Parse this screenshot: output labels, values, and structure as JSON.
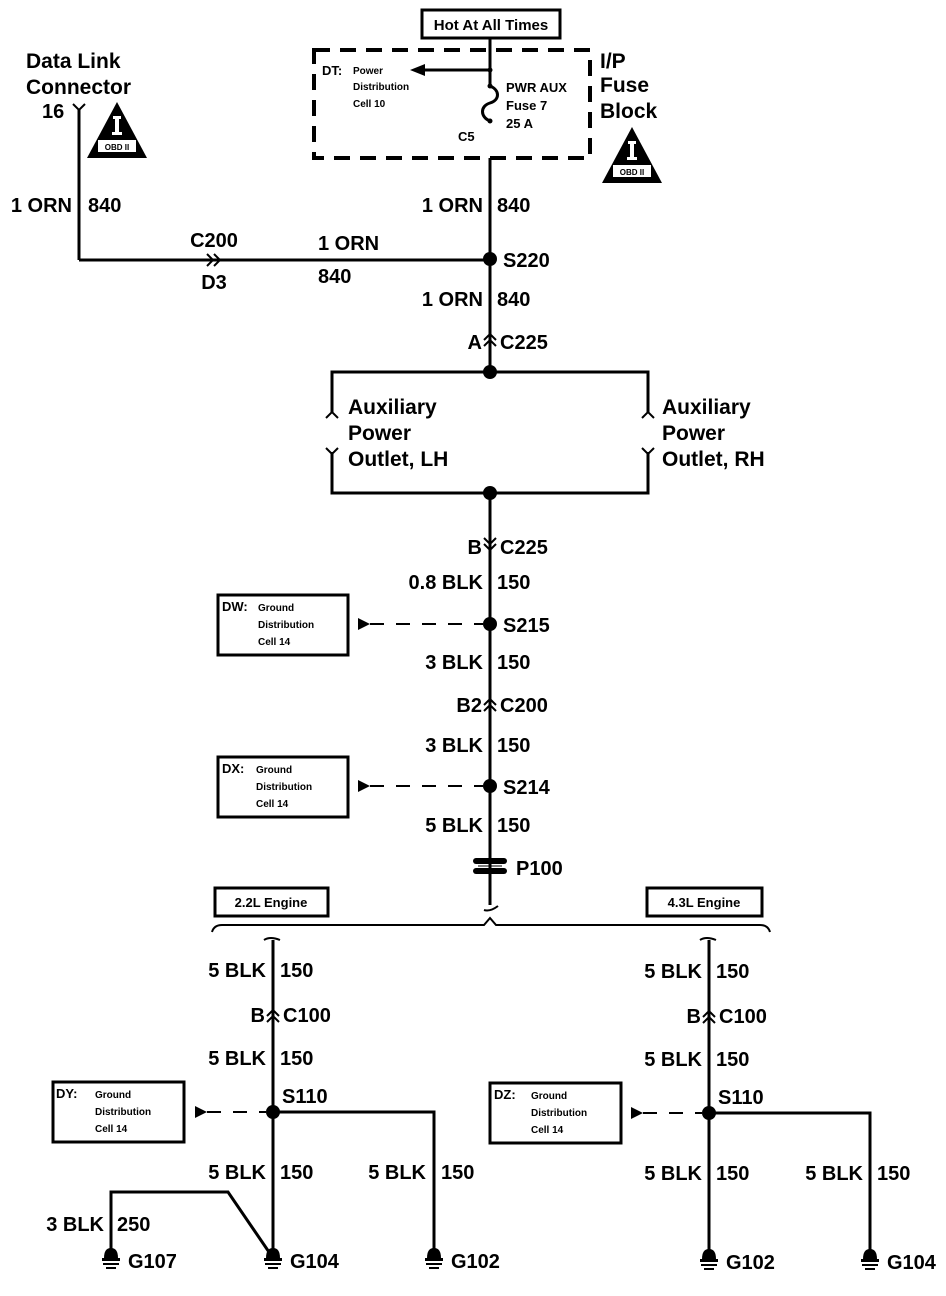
{
  "header": {
    "power_source": "Hot At All Times"
  },
  "fuse_block": {
    "title_lines": [
      "I/P",
      "Fuse",
      "Block"
    ],
    "badge": "OBD II",
    "fuse_lines": [
      "PWR AUX",
      "Fuse 7",
      "25 A"
    ],
    "terminal": "C5",
    "ref_code": "DT:",
    "ref_lines": [
      "Power",
      "Distribution",
      "Cell 10"
    ]
  },
  "data_link_connector": {
    "title_lines": [
      "Data Link",
      "Connector"
    ],
    "pin": "16",
    "badge": "OBD II",
    "wire_size_color": "1 ORN",
    "circuit": "840"
  },
  "inline_connector_c200_d3": {
    "connector": "C200",
    "pin": "D3",
    "wire_size_color": "1 ORN",
    "circuit": "840"
  },
  "main_wire": {
    "upper": {
      "wire_size_color": "1 ORN",
      "circuit": "840"
    },
    "splice_s220": "S220",
    "lower": {
      "wire_size_color": "1 ORN",
      "circuit": "840"
    },
    "connector_a_c225": {
      "pin": "A",
      "connector": "C225"
    }
  },
  "outlets": {
    "left": [
      "Auxiliary",
      "Power",
      "Outlet, LH"
    ],
    "right": [
      "Auxiliary",
      "Power",
      "Outlet, RH"
    ]
  },
  "ground_chain": {
    "connector_b_c225": {
      "pin": "B",
      "connector": "C225"
    },
    "seg1": {
      "wire_size_color": "0.8 BLK",
      "circuit": "150"
    },
    "splice_s215": "S215",
    "ref_dw": {
      "code": "DW:",
      "lines": [
        "Ground",
        "Distribution",
        "Cell 14"
      ]
    },
    "seg2": {
      "wire_size_color": "3 BLK",
      "circuit": "150"
    },
    "connector_b2_c200": {
      "pin": "B2",
      "connector": "C200"
    },
    "seg3": {
      "wire_size_color": "3 BLK",
      "circuit": "150"
    },
    "splice_s214": "S214",
    "ref_dx": {
      "code": "DX:",
      "lines": [
        "Ground",
        "Distribution",
        "Cell 14"
      ]
    },
    "seg4": {
      "wire_size_color": "5 BLK",
      "circuit": "150"
    },
    "pass_through": "P100"
  },
  "engine_22": {
    "label": "2.2L Engine",
    "seg1": {
      "wire_size_color": "5 BLK",
      "circuit": "150"
    },
    "connector": {
      "pin": "B",
      "connector": "C100"
    },
    "seg2": {
      "wire_size_color": "5 BLK",
      "circuit": "150"
    },
    "splice": "S110",
    "ref": {
      "code": "DY:",
      "lines": [
        "Ground",
        "Distribution",
        "Cell 14"
      ]
    },
    "seg3": {
      "wire_size_color": "5 BLK",
      "circuit": "150"
    },
    "seg4": {
      "wire_size_color": "5 BLK",
      "circuit": "150"
    },
    "seg5": {
      "wire_size_color": "3 BLK",
      "circuit": "250"
    },
    "grounds": [
      "G107",
      "G104",
      "G102"
    ]
  },
  "engine_43": {
    "label": "4.3L Engine",
    "seg1": {
      "wire_size_color": "5 BLK",
      "circuit": "150"
    },
    "connector": {
      "pin": "B",
      "connector": "C100"
    },
    "seg2": {
      "wire_size_color": "5 BLK",
      "circuit": "150"
    },
    "splice": "S110",
    "ref": {
      "code": "DZ:",
      "lines": [
        "Ground",
        "Distribution",
        "Cell 14"
      ]
    },
    "seg3": {
      "wire_size_color": "5 BLK",
      "circuit": "150"
    },
    "seg4": {
      "wire_size_color": "5 BLK",
      "circuit": "150"
    },
    "grounds": [
      "G102",
      "G104"
    ]
  }
}
